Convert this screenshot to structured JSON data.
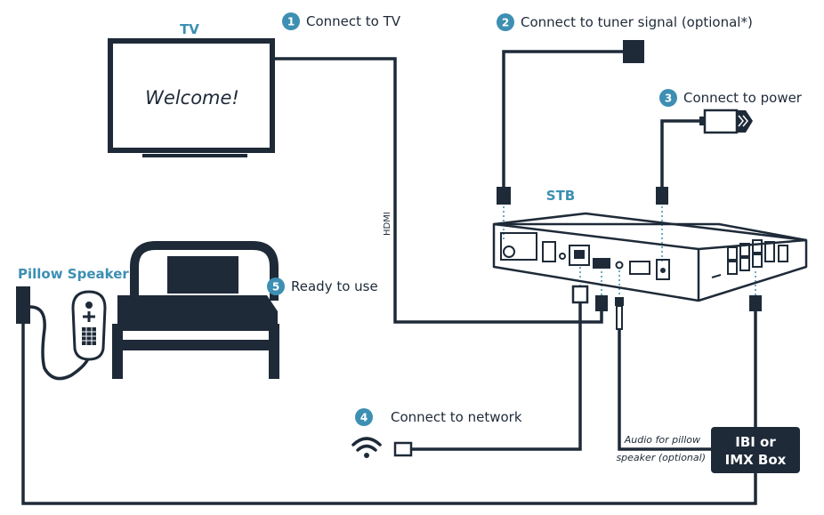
{
  "colors": {
    "accent": "#3d8fb3",
    "ink": "#1e2a38",
    "box": "#1e2a38"
  },
  "labels": {
    "tv": "TV",
    "welcome": "Welcome!",
    "stb": "STB",
    "pillow_speaker": "Pillow Speaker",
    "hdmi": "HDMI",
    "audio_note_line1": "Audio for pillow",
    "audio_note_line2": "speaker (optional)",
    "box_line1": "IBI or",
    "box_line2": "IMX Box"
  },
  "steps": [
    {
      "num": "1",
      "text": "Connect to TV"
    },
    {
      "num": "2",
      "text": "Connect to tuner signal (optional*)"
    },
    {
      "num": "3",
      "text": "Connect to power"
    },
    {
      "num": "4",
      "text": "Connect to network"
    },
    {
      "num": "5",
      "text": "Ready to use"
    }
  ]
}
